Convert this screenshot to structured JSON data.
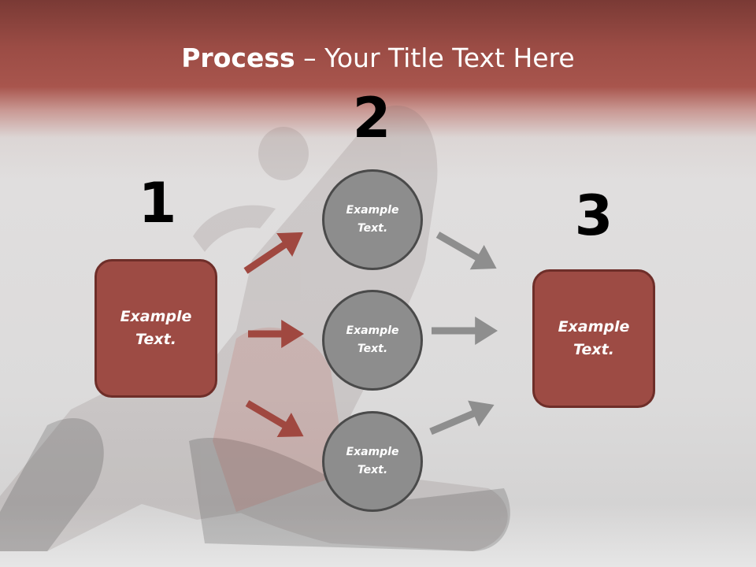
{
  "title": {
    "bold": "Process",
    "rest": " – Your Title Text Here"
  },
  "steps": {
    "one": "1",
    "two": "2",
    "three": "3"
  },
  "left_box": {
    "text": "Example Text."
  },
  "circles": [
    {
      "text": "Example Text."
    },
    {
      "text": "Example Text."
    },
    {
      "text": "Example Text."
    }
  ],
  "right_box": {
    "text": "Example Text."
  },
  "colors": {
    "header": "#9b4c45",
    "box_fill": "#9d4b44",
    "box_border": "#6e2e29",
    "circle_fill": "#8d8d8d",
    "circle_border": "#4a4a4a",
    "red_arrow": "#a04840",
    "gray_arrow": "#8e8e8e"
  }
}
